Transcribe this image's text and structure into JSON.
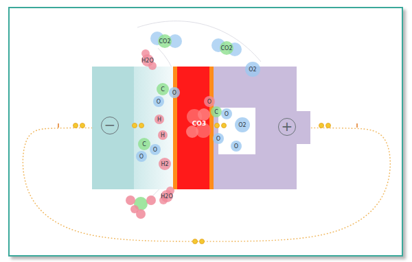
{
  "diagram": {
    "nodes": [
      {
        "text": [
          "−"
        ]
      },
      {
        "text": [
          "CO3"
        ]
      },
      {
        "text": [
          "+"
        ]
      }
    ],
    "edges": [
      {
        "from": 0,
        "to": 2,
        "arrow": "none"
      }
    ],
    "labels": [
      "CO2",
      "H2O",
      "CO2",
      "O2",
      "C",
      "O",
      "O",
      "H",
      "H",
      "H2",
      "C",
      "O",
      "O",
      "H2O",
      "C",
      "O",
      "O",
      "O2",
      "O",
      "O"
    ]
  }
}
